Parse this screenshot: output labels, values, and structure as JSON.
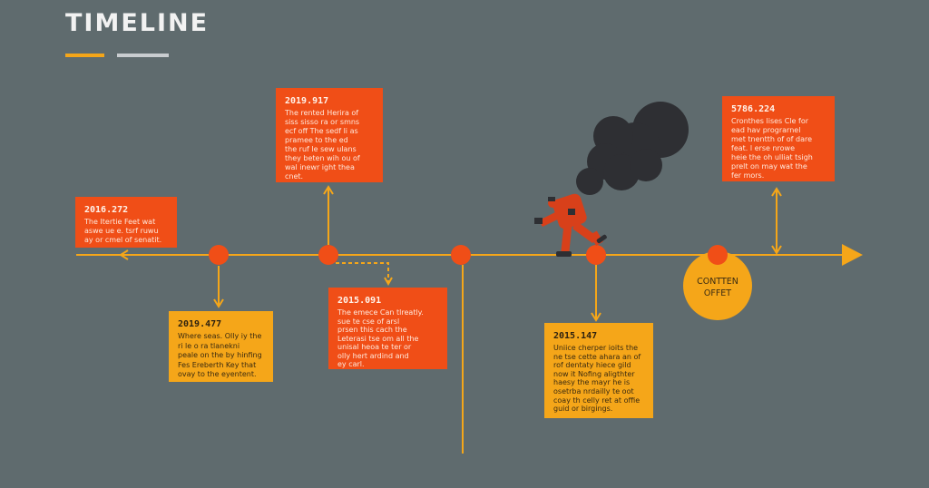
{
  "header": {
    "title": "TIMELINE",
    "underline_colors": [
      "#f5a619",
      "#c9cdd0"
    ]
  },
  "colors": {
    "background": "#5f6b6e",
    "axis": "#f5a619",
    "milestone_dot": "#f04e17",
    "orange_card": "#f04e17",
    "yellow_card": "#f5a619",
    "smoke": "#2e2f33",
    "figure": "#d8401a"
  },
  "events": [
    {
      "id": "e1",
      "date": "2016.272",
      "text": "The Itertie Feet wat\naswe ue e. tsrf ruwu\nay or cmel of senatit.",
      "style": "orange",
      "position": "above"
    },
    {
      "id": "e2",
      "date": "2019.917",
      "text": "The rented Herira of\nsiss sisso ra or smns\necf off The sedf li as\npramee to the ed\nthe ruf le sew ulans\nthey beten wih ou of\nwal inewr ight thea\ncnet.",
      "style": "orange",
      "position": "above"
    },
    {
      "id": "e3",
      "date": "2019.477",
      "text": "Where seas. Olly iy the\nri le o ra tlanekni\npeale on the by hinfing\nFes Ereberth Key that\novay to the eyentent.",
      "style": "yellow",
      "position": "below"
    },
    {
      "id": "e4",
      "date": "2015.091",
      "text": "The emece Can tlreatly.\nsue te cse of arsl\nprsen this cach the\nLeterasi tse om all the\nunisal heoa te ter or\nolly hert ardind and\ney carl.",
      "style": "orange",
      "position": "below"
    },
    {
      "id": "e5",
      "date": "2015.147",
      "text": "Uniice cherper ioits the\nne tse cette ahara an of\nrof dentaty hiece gild\nnow it Nofing aligthter\nhaesy the mayr he is\nosetrba nrdailly te oot\ncoay th celly ret at offie\nguid or birgings.",
      "style": "yellow",
      "position": "below"
    },
    {
      "id": "e6",
      "date": "5786.224",
      "text": "Cronthes lises Cle for\nead hav prograrnel\nmet tnentth of of dare\nfeat. l erse nrowe\nheie the oh ulliat tsigh\nprelt on may wat the\nfer mors.",
      "style": "orange",
      "position": "above"
    }
  ],
  "end_marker": {
    "label": "CONTTEN\nOFFET"
  }
}
